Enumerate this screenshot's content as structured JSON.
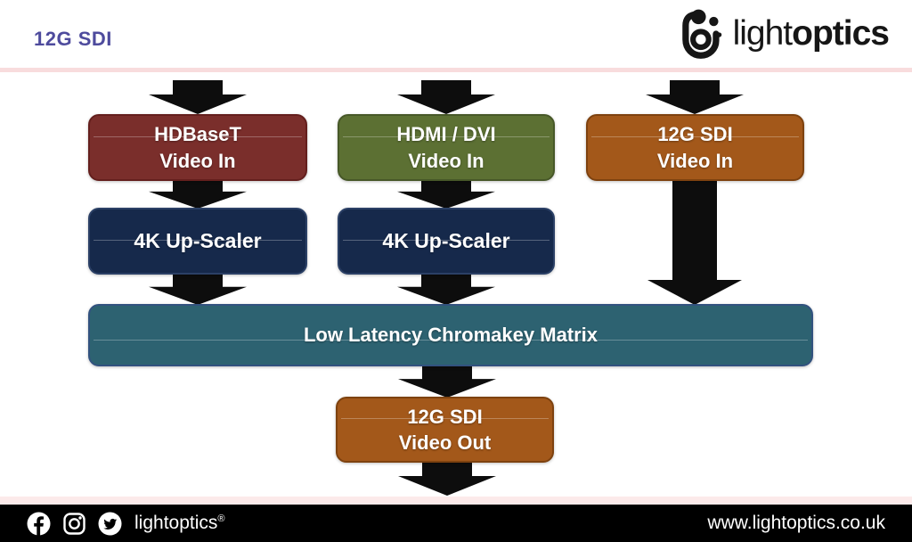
{
  "header": {
    "title": "12G SDI",
    "logo_text_light": "light",
    "logo_text_bold": "optics"
  },
  "colors": {
    "title": "#4e4b9d",
    "node_maroon": "#7a2e2b",
    "node_green": "#5c7033",
    "node_orange": "#a3581a",
    "node_navy": "#16294b",
    "node_teal": "#2d6271",
    "arrow": "#0d0d0d",
    "divider_pink": "#f8dcdd",
    "footer_bg": "#000000"
  },
  "diagram": {
    "nodes": {
      "hdbaset_in": {
        "line1": "HDBaseT",
        "line2": "Video In"
      },
      "hdmi_dvi_in": {
        "line1": "HDMI / DVI",
        "line2": "Video In"
      },
      "sdi_in": {
        "line1": "12G SDI",
        "line2": "Video In"
      },
      "upscaler_left": {
        "label": "4K Up-Scaler"
      },
      "upscaler_mid": {
        "label": "4K Up-Scaler"
      },
      "matrix": {
        "label": "Low Latency Chromakey Matrix"
      },
      "sdi_out": {
        "line1": "12G SDI",
        "line2": "Video Out"
      }
    }
  },
  "footer": {
    "brand": "lightoptics",
    "registered": "®",
    "website": "www.lightoptics.co.uk",
    "social": [
      "facebook-icon",
      "instagram-icon",
      "twitter-icon"
    ]
  }
}
